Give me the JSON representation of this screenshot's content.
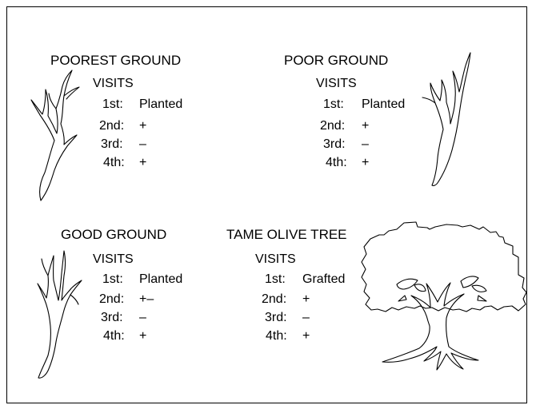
{
  "panels": {
    "poorest": {
      "title": "POOREST GROUND",
      "visits_label": "VISITS",
      "rows": [
        {
          "ord": "1st:",
          "val": "Planted"
        },
        {
          "ord": "2nd:",
          "val": "+"
        },
        {
          "ord": "3rd:",
          "val": "–"
        },
        {
          "ord": "4th:",
          "val": "+"
        }
      ],
      "icon": "dead-branch-icon"
    },
    "poor": {
      "title": "POOR GROUND",
      "visits_label": "VISITS",
      "rows": [
        {
          "ord": "1st:",
          "val": "Planted"
        },
        {
          "ord": "2nd:",
          "val": "+"
        },
        {
          "ord": "3rd:",
          "val": "–"
        },
        {
          "ord": "4th:",
          "val": "+"
        }
      ],
      "icon": "dead-branch-icon"
    },
    "good": {
      "title": "GOOD GROUND",
      "visits_label": "VISITS",
      "rows": [
        {
          "ord": "1st:",
          "val": "Planted"
        },
        {
          "ord": "2nd:",
          "val": "+–"
        },
        {
          "ord": "3rd:",
          "val": "–"
        },
        {
          "ord": "4th:",
          "val": "+"
        }
      ],
      "icon": "dead-branch-icon"
    },
    "tame": {
      "title": "TAME OLIVE TREE",
      "visits_label": "VISITS",
      "rows": [
        {
          "ord": "1st:",
          "val": "Grafted"
        },
        {
          "ord": "2nd:",
          "val": "+"
        },
        {
          "ord": "3rd:",
          "val": "–"
        },
        {
          "ord": "4th:",
          "val": "+"
        }
      ],
      "icon": "olive-tree-icon"
    }
  }
}
